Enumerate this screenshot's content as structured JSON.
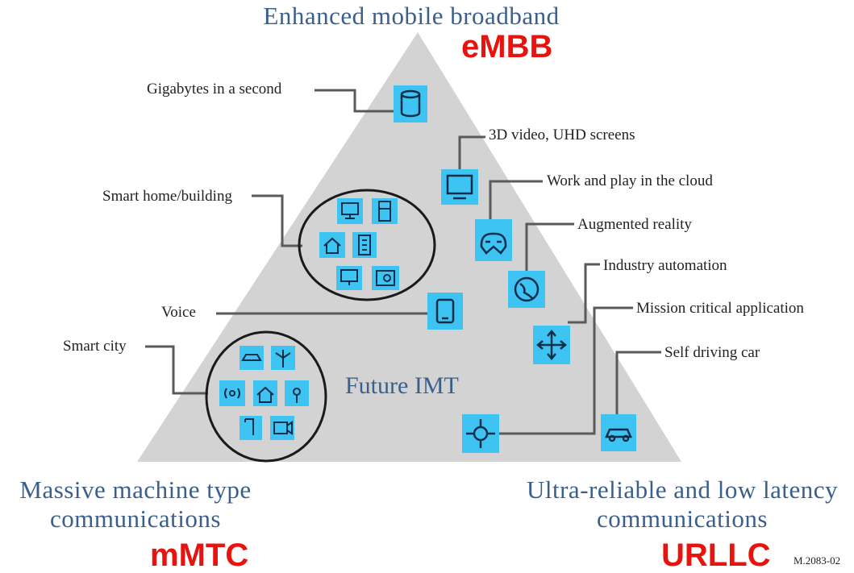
{
  "top": {
    "title": "Enhanced mobile broadband",
    "code": "eMBB"
  },
  "left": {
    "line1": "Massive machine type",
    "line2": "communications",
    "code": "mMTC"
  },
  "right": {
    "line1": "Ultra-reliable and low latency",
    "line2": "communications",
    "code": "URLLC"
  },
  "center": "Future IMT",
  "figure_id": "M.2083-02",
  "labels": {
    "gigabytes": "Gigabytes in a second",
    "video3d": "3D video, UHD screens",
    "cloud": "Work and play in the cloud",
    "ar": "Augmented reality",
    "industry": "Industry automation",
    "mission": "Mission critical application",
    "selfdriving": "Self driving car",
    "smarthome": "Smart home/building",
    "voice": "Voice",
    "smartcity": "Smart city"
  },
  "colors": {
    "triangle": "#d3d3d3",
    "icon": "#3ec4f2",
    "accent": "#e8130e",
    "heading": "#3a5f8a",
    "connector": "#5a5a5a"
  }
}
